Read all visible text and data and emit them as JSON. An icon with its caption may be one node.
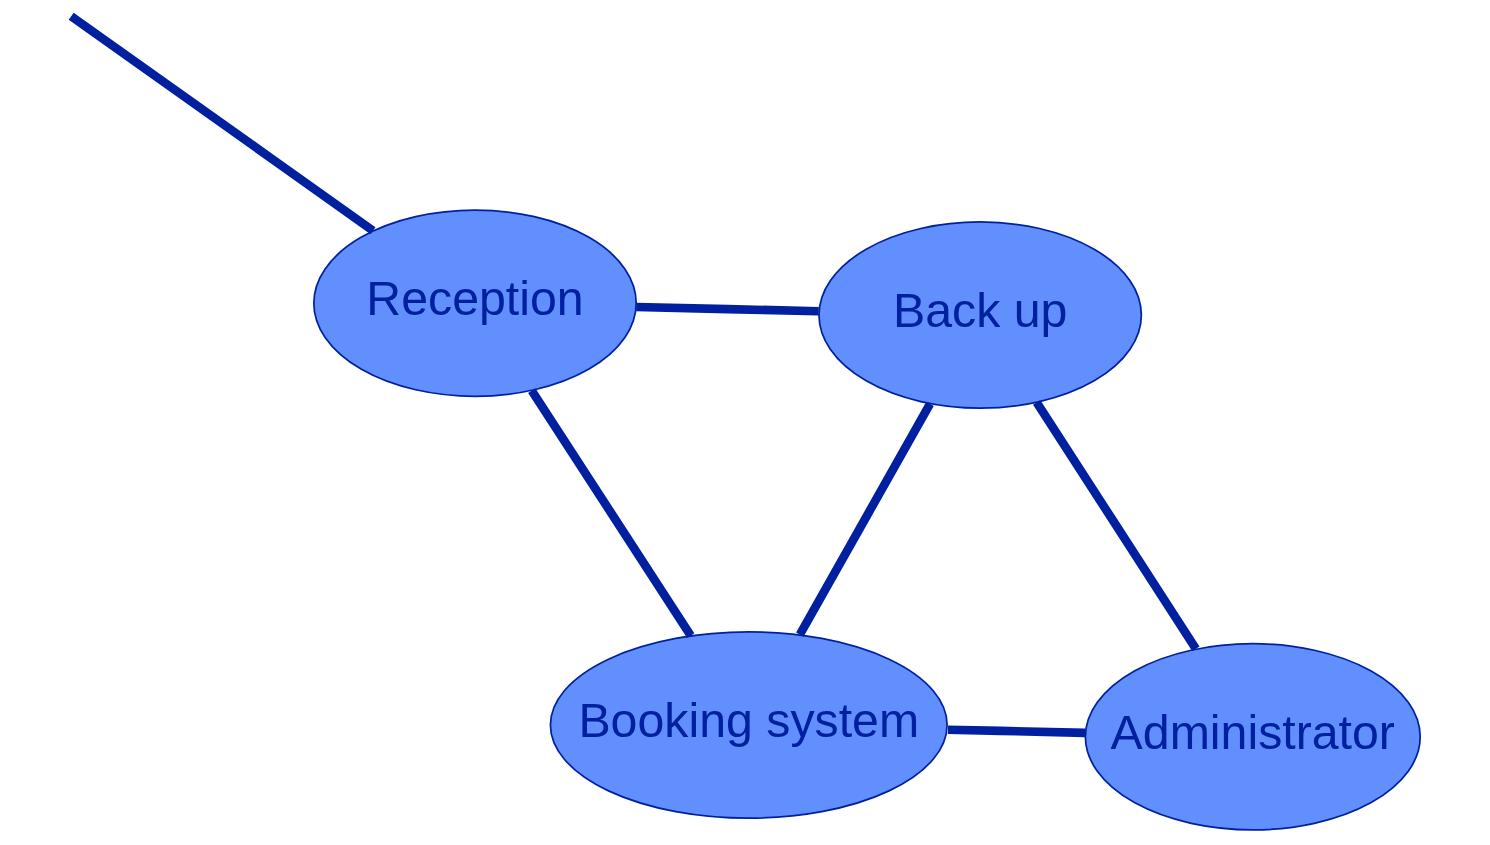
{
  "diagram": {
    "nodes": [
      {
        "text": [
          "Reception"
        ]
      },
      {
        "text": [
          "Back up"
        ]
      },
      {
        "text": [
          "Booking system"
        ]
      },
      {
        "text": [
          "Administrator"
        ]
      }
    ],
    "edges": [
      {
        "from": null,
        "to": 0,
        "arrow": "none"
      },
      {
        "from": 0,
        "to": 1,
        "arrow": "none"
      },
      {
        "from": 0,
        "to": 2,
        "arrow": "none"
      },
      {
        "from": 2,
        "to": 1,
        "arrow": "none"
      },
      {
        "from": 1,
        "to": 3,
        "arrow": "none"
      },
      {
        "from": 2,
        "to": 3,
        "arrow": "none"
      }
    ]
  }
}
